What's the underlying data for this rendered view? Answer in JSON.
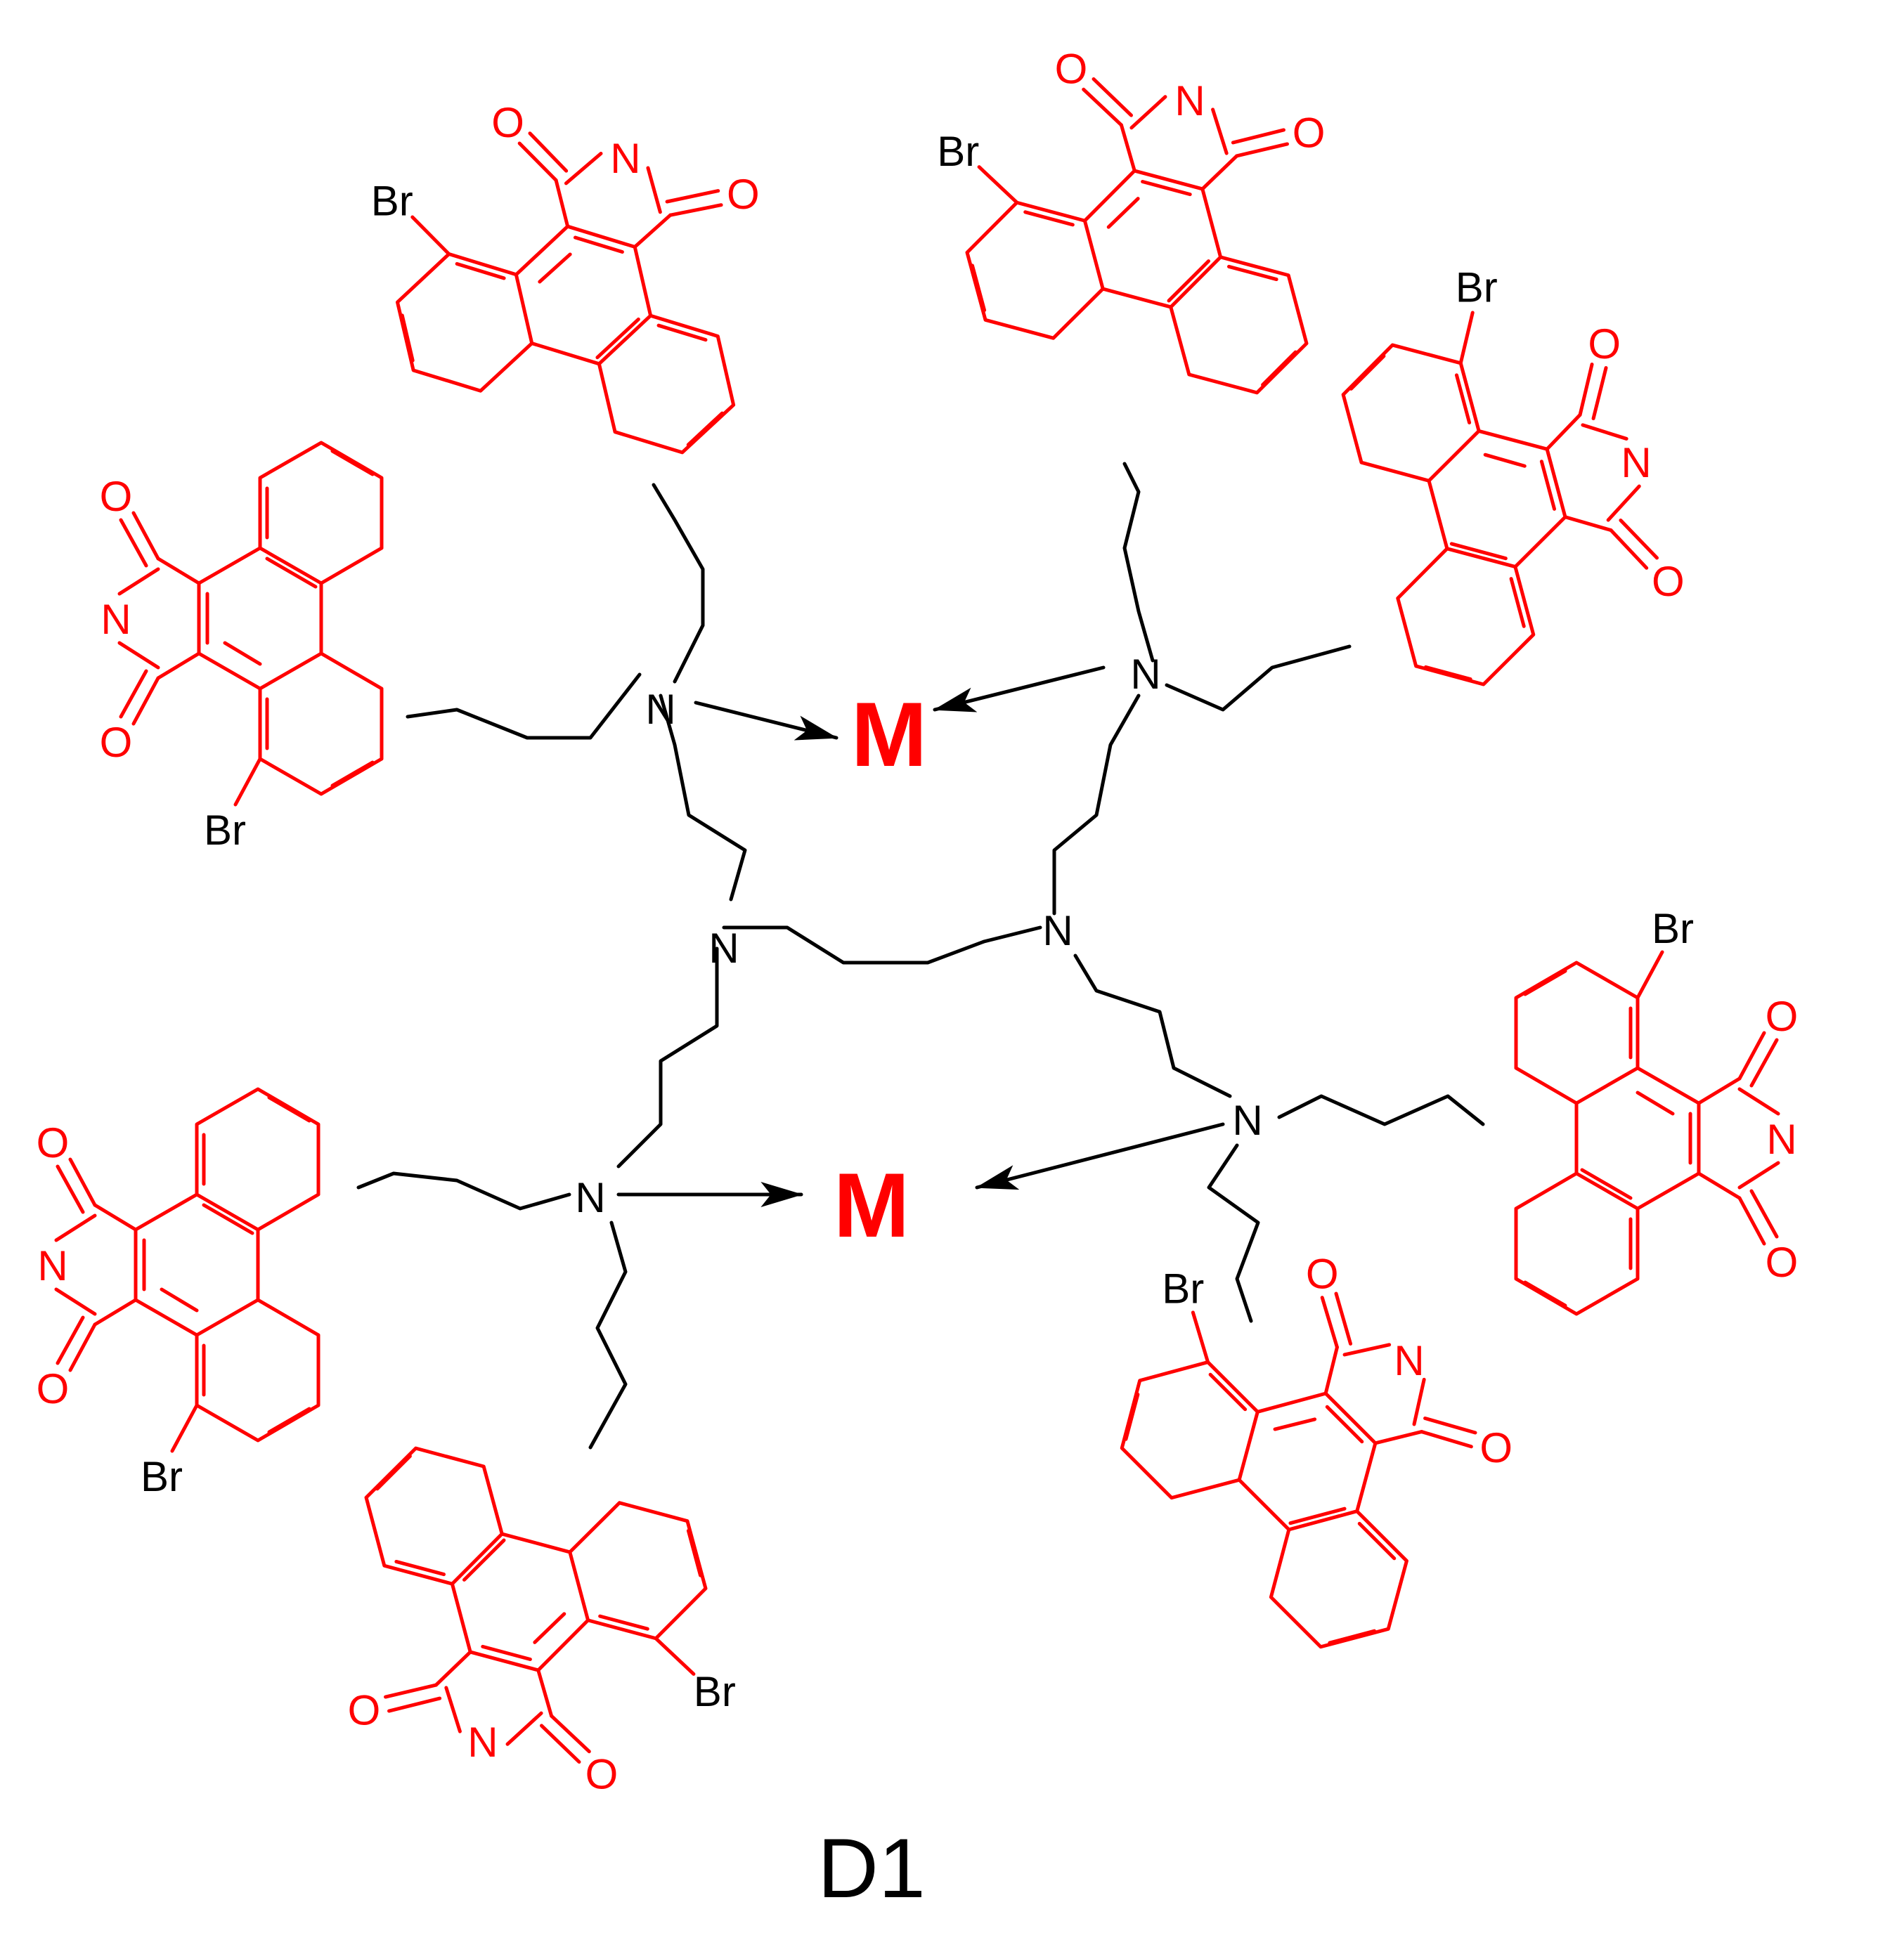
{
  "atoms": {
    "nitrogen": "N",
    "oxygen": "O",
    "bromine": "Br"
  },
  "metal_label": "M",
  "compound_label": "D1",
  "colors": {
    "linker": "#000000",
    "naphthalimide": "#ff0000",
    "metal": "#ff0000",
    "arrow": "#000000"
  }
}
